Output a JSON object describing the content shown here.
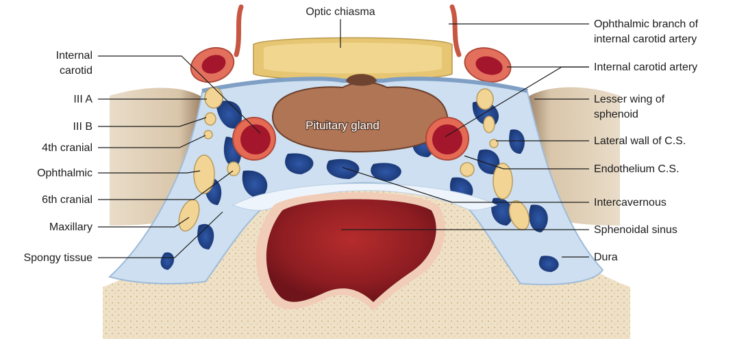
{
  "labels": {
    "optic_chiasma": "Optic chiasma",
    "internal_carotid_left_1": "Internal",
    "internal_carotid_left_2": "carotid",
    "iii_a": "III A",
    "iii_b": "III B",
    "fourth_cranial": "4th cranial",
    "ophthalmic": "Ophthalmic",
    "sixth_cranial": "6th cranial",
    "maxillary": "Maxillary",
    "spongy_tissue": "Spongy tissue",
    "ophthalmic_branch_1": "Ophthalmic branch of",
    "ophthalmic_branch_2": "internal carotid artery",
    "internal_carotid_artery": "Internal carotid artery",
    "lesser_wing_1": "Lesser wing of",
    "lesser_wing_2": "sphenoid",
    "lateral_wall": "Lateral wall of C.S.",
    "endothelium": "Endothelium C.S.",
    "intercavernous": "Intercavernous",
    "sphenoidal_sinus": "Sphenoidal sinus",
    "dura": "Dura",
    "pituitary_gland": "Pituitary gland"
  },
  "colors": {
    "bone": "#efe1c6",
    "bone_dots": "#d8c09a",
    "wing": "#e6d6c0",
    "wing_shadow": "#7a6048",
    "sinus_wall": "#e9c0a8",
    "blue_tissue": "#cfe0ef",
    "blue_dark": "#1f3f86",
    "artery_outer": "#e06a55",
    "artery_inner": "#a3162b",
    "nerve": "#f2d79a",
    "chiasma": "#ecd088",
    "pituitary": "#a86c4d"
  }
}
